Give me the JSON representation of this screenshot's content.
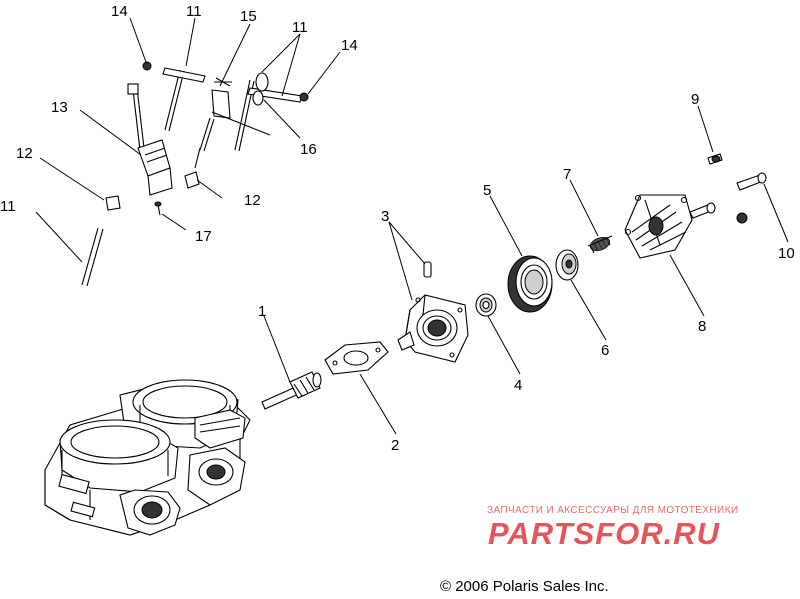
{
  "callouts": [
    "1",
    "2",
    "3",
    "4",
    "5",
    "6",
    "7",
    "8",
    "9",
    "10",
    "11",
    "12",
    "13",
    "14",
    "15",
    "16",
    "17"
  ],
  "copyright": "© 2006 Polaris Sales Inc.",
  "watermark": {
    "tagline": "ЗАПЧАСТИ И АКСЕССУАРЫ ДЛЯ МОТОТЕХНИКИ",
    "brand": "PARTSFOR.RU",
    "color": "#e0393e"
  }
}
